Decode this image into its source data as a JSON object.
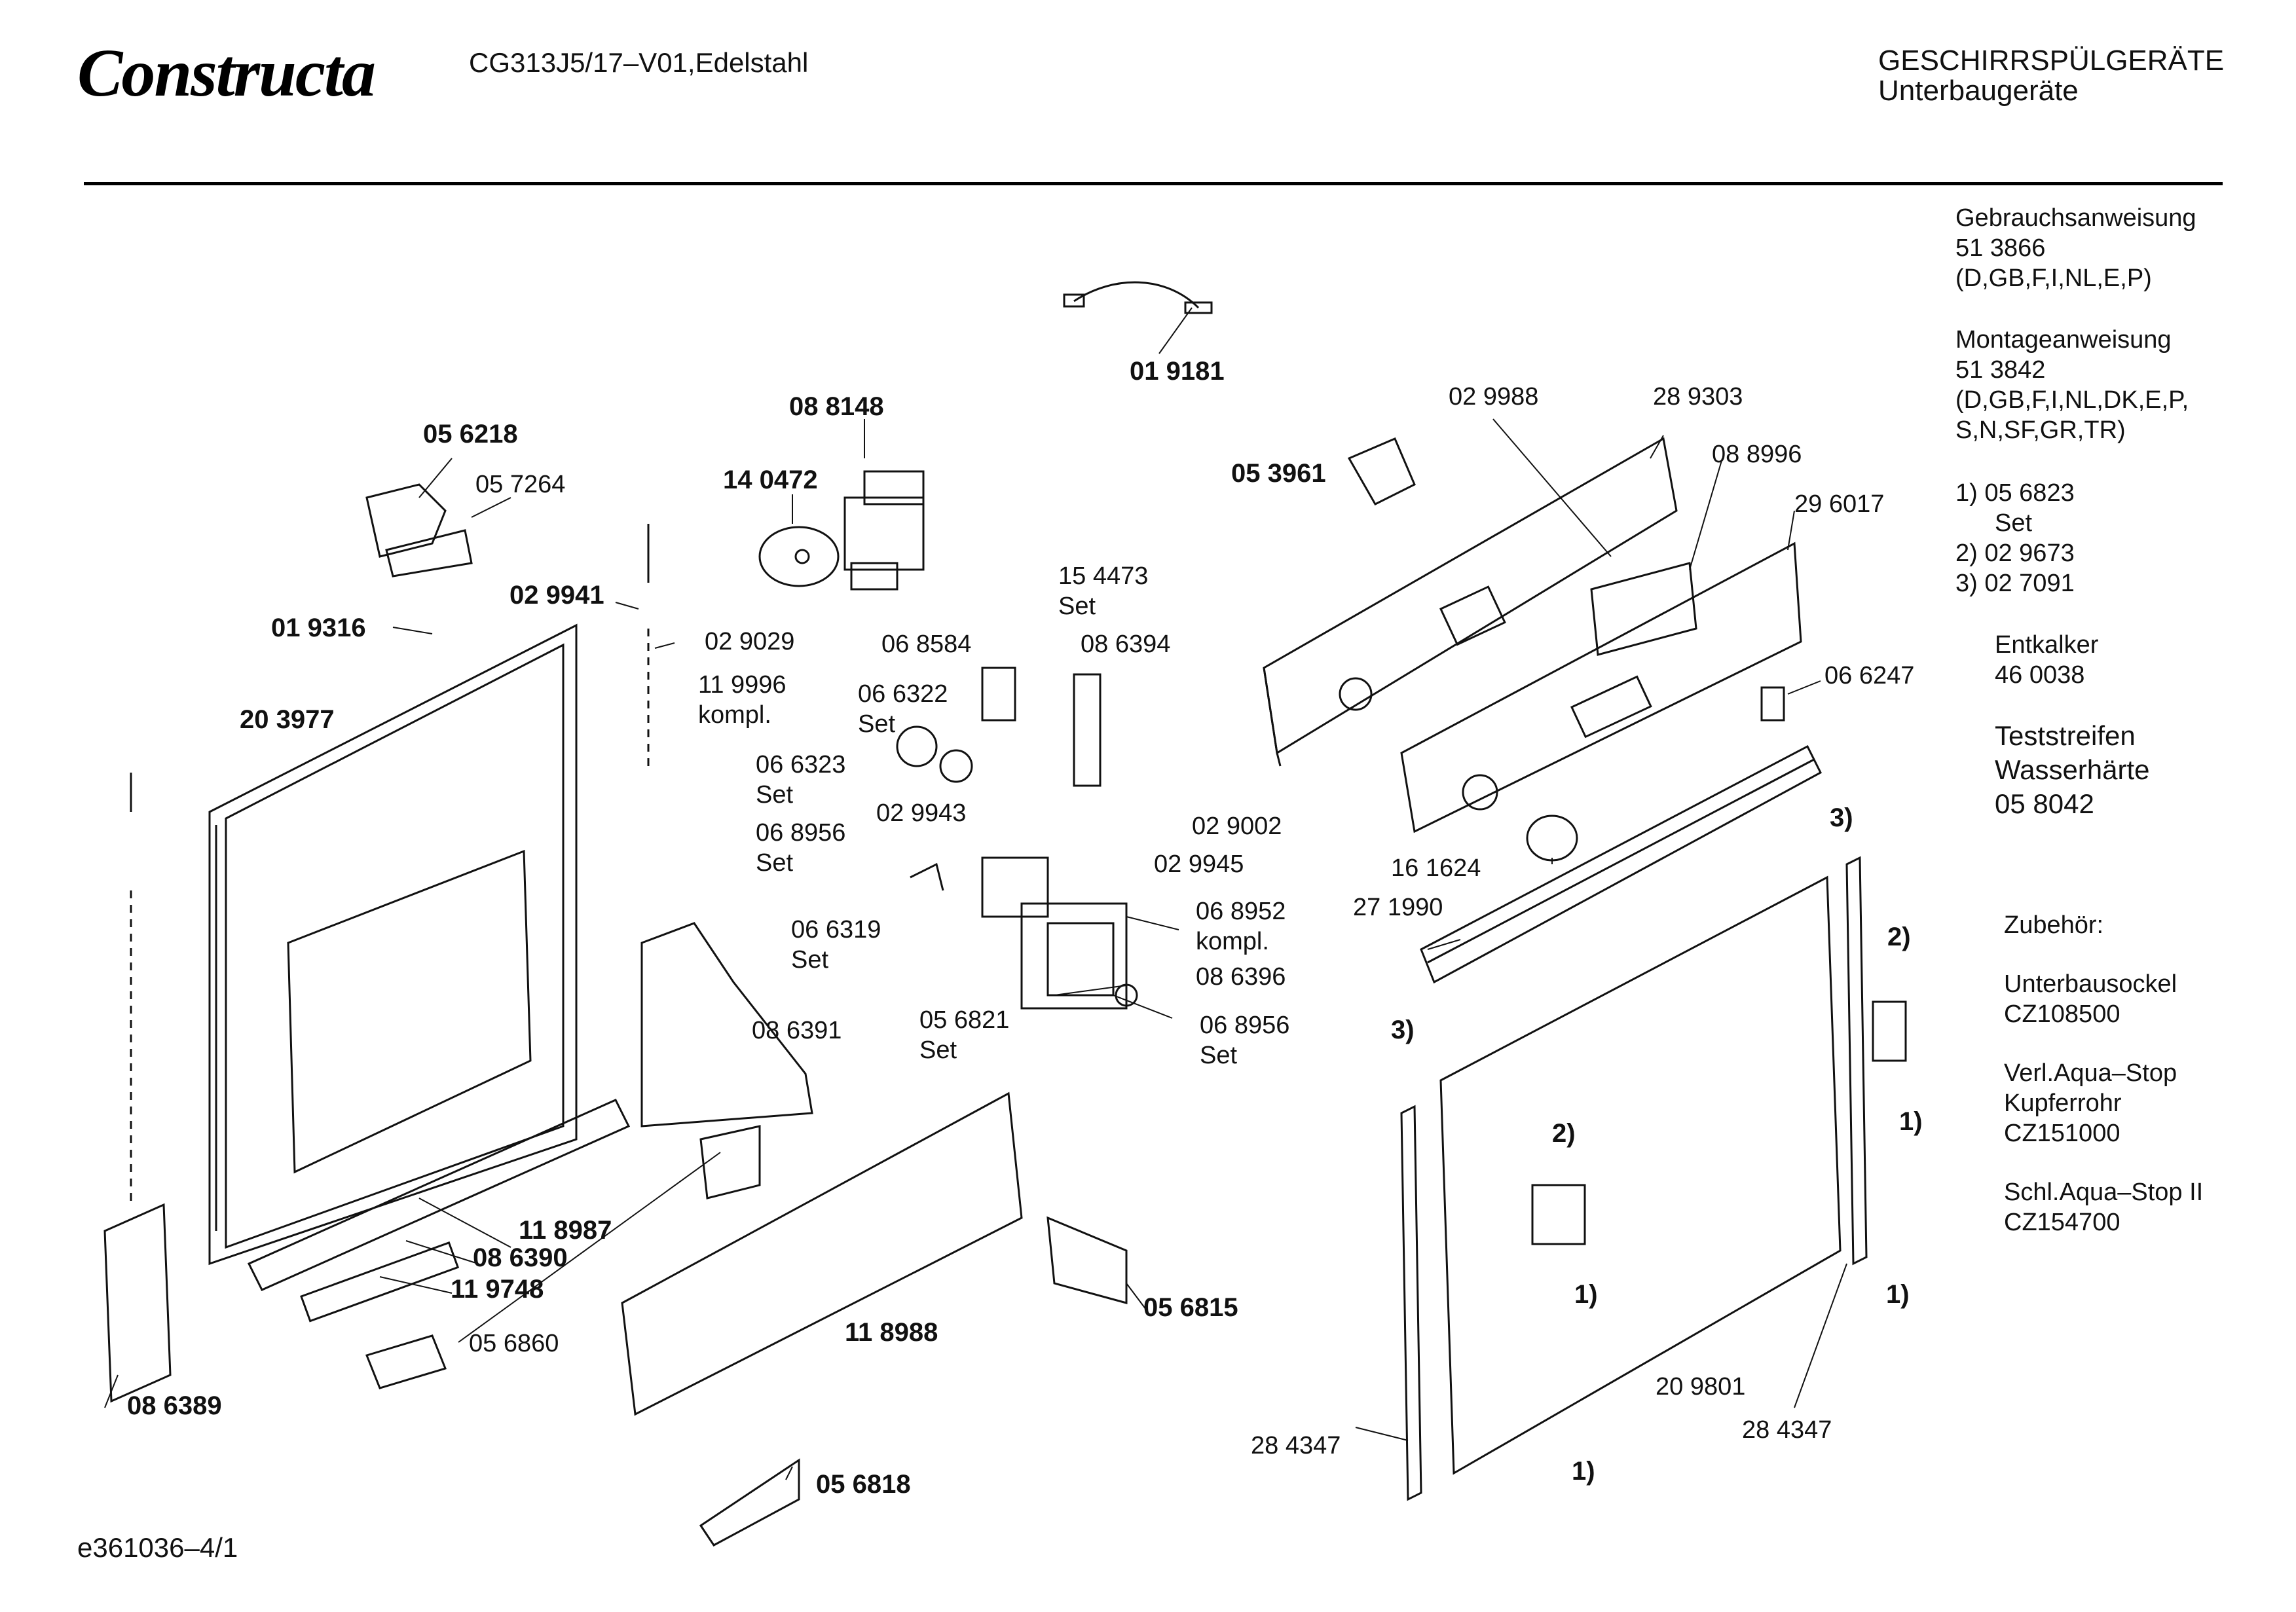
{
  "header": {
    "brand": "Constructa",
    "model": "CG313J5/17–V01,Edelstahl",
    "category_line1": "GESCHIRRSPÜLGERÄTE",
    "category_line2": "Unterbaugeräte"
  },
  "side_info": {
    "gebrauch_title": "Gebrauchsanweisung",
    "gebrauch_no": "51 3866",
    "gebrauch_lang": "(D,GB,F,I,NL,E,P)",
    "montage_title": "Montageanweisung",
    "montage_no": "51 3842",
    "montage_lang1": "(D,GB,F,I,NL,DK,E,P,",
    "montage_lang2": "S,N,SF,GR,TR)",
    "note1": "1)  05 6823",
    "note1b": "Set",
    "note2": "2)  02 9673",
    "note3": "3)  02 7091",
    "entkalker_title": "Entkalker",
    "entkalker_no": "46 0038",
    "test_line1": "Teststreifen",
    "test_line2": "Wasserhärte",
    "test_no": "05 8042",
    "zubehoer_title": "Zubehör:",
    "z1_name": "Unterbausockel",
    "z1_no": "CZ108500",
    "z2_name1": "Verl.Aqua–Stop",
    "z2_name2": "Kupferrohr",
    "z2_no": "CZ151000",
    "z3_name": "Schl.Aqua–Stop II",
    "z3_no": "CZ154700"
  },
  "footer": {
    "code": "e361036–4/1"
  },
  "parts": [
    {
      "id": "p019181",
      "text": "01 9181",
      "bold": true
    },
    {
      "id": "p088148",
      "text": "08 8148",
      "bold": true
    },
    {
      "id": "p056218",
      "text": "05 6218",
      "bold": true
    },
    {
      "id": "p057264",
      "text": "05 7264",
      "bold": false
    },
    {
      "id": "p140472",
      "text": "14 0472",
      "bold": true
    },
    {
      "id": "p029941",
      "text": "02 9941",
      "bold": true
    },
    {
      "id": "p019316",
      "text": "01 9316",
      "bold": true
    },
    {
      "id": "p029029",
      "text": "02 9029",
      "bold": false
    },
    {
      "id": "p119996",
      "text": "11 9996",
      "bold": false
    },
    {
      "id": "p_kompl1",
      "text": "kompl.",
      "bold": false
    },
    {
      "id": "p203977",
      "text": "20 3977",
      "bold": true
    },
    {
      "id": "p154473",
      "text": "15 4473",
      "bold": false
    },
    {
      "id": "p_set1",
      "text": "Set",
      "bold": false
    },
    {
      "id": "p068584",
      "text": "06 8584",
      "bold": false
    },
    {
      "id": "p086394",
      "text": "08 6394",
      "bold": false
    },
    {
      "id": "p066322",
      "text": "06 6322",
      "bold": false
    },
    {
      "id": "p_set2",
      "text": "Set",
      "bold": false
    },
    {
      "id": "p066323",
      "text": "06 6323",
      "bold": false
    },
    {
      "id": "p_set3",
      "text": "Set",
      "bold": false
    },
    {
      "id": "p029943",
      "text": "02 9943",
      "bold": false
    },
    {
      "id": "p068956a",
      "text": "06 8956",
      "bold": false
    },
    {
      "id": "p_set4",
      "text": "Set",
      "bold": false
    },
    {
      "id": "p029002",
      "text": "02 9002",
      "bold": false
    },
    {
      "id": "p029945",
      "text": "02 9945",
      "bold": false
    },
    {
      "id": "p066319",
      "text": "06 6319",
      "bold": false
    },
    {
      "id": "p_set5",
      "text": "Set",
      "bold": false
    },
    {
      "id": "p068952",
      "text": "06 8952",
      "bold": false
    },
    {
      "id": "p_kompl2",
      "text": "kompl.",
      "bold": false
    },
    {
      "id": "p086396",
      "text": "08 6396",
      "bold": false
    },
    {
      "id": "p056821",
      "text": "05 6821",
      "bold": false
    },
    {
      "id": "p_set6",
      "text": "Set",
      "bold": false
    },
    {
      "id": "p068956b",
      "text": "06 8956",
      "bold": false
    },
    {
      "id": "p_set7",
      "text": "Set",
      "bold": false
    },
    {
      "id": "p086391",
      "text": "08 6391",
      "bold": false
    },
    {
      "id": "p029988",
      "text": "02 9988",
      "bold": false
    },
    {
      "id": "p289303",
      "text": "28 9303",
      "bold": false
    },
    {
      "id": "p053961",
      "text": "05 3961",
      "bold": true
    },
    {
      "id": "p088996",
      "text": "08 8996",
      "bold": false
    },
    {
      "id": "p296017",
      "text": "29 6017",
      "bold": false
    },
    {
      "id": "p066247",
      "text": "06 6247",
      "bold": false
    },
    {
      "id": "p161624",
      "text": "16 1624",
      "bold": false
    },
    {
      "id": "p271990",
      "text": "27 1990",
      "bold": false
    },
    {
      "id": "p_n3a",
      "text": "3)",
      "bold": true
    },
    {
      "id": "p_n3b",
      "text": "3)",
      "bold": true
    },
    {
      "id": "p_n2a",
      "text": "2)",
      "bold": true
    },
    {
      "id": "p_n2b",
      "text": "2)",
      "bold": true
    },
    {
      "id": "p_n1a",
      "text": "1)",
      "bold": true
    },
    {
      "id": "p_n1b",
      "text": "1)",
      "bold": true
    },
    {
      "id": "p_n1c",
      "text": "1)",
      "bold": true
    },
    {
      "id": "p_n1d",
      "text": "1)",
      "bold": true
    },
    {
      "id": "p118987",
      "text": "11 8987",
      "bold": true
    },
    {
      "id": "p086390",
      "text": "08 6390",
      "bold": true
    },
    {
      "id": "p119748",
      "text": "11 9748",
      "bold": true
    },
    {
      "id": "p056860",
      "text": "05 6860",
      "bold": false
    },
    {
      "id": "p086389",
      "text": "08 6389",
      "bold": true
    },
    {
      "id": "p118988",
      "text": "11 8988",
      "bold": true
    },
    {
      "id": "p056815",
      "text": "05 6815",
      "bold": true
    },
    {
      "id": "p056818",
      "text": "05 6818",
      "bold": true
    },
    {
      "id": "p209801",
      "text": "20 9801",
      "bold": false
    },
    {
      "id": "p284347a",
      "text": "28 4347",
      "bold": false
    },
    {
      "id": "p284347b",
      "text": "28 4347",
      "bold": false
    }
  ]
}
